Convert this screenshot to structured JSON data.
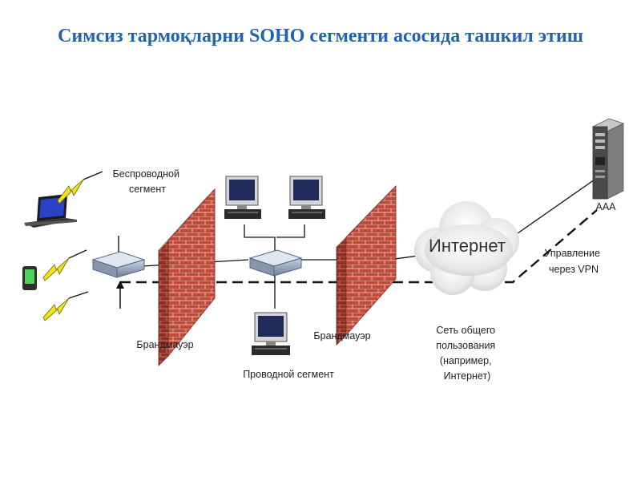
{
  "title": "Симсиз тармоқларни SOHO сегменти асосида ташкил этиш",
  "labels": {
    "wireless_segment": [
      "Беспроводной",
      "сегмент"
    ],
    "firewall_left": "Брандмауэр",
    "firewall_right": "Брандмауэр",
    "wired_segment": "Проводной сегмент",
    "internet": "Интернет",
    "aaa": "AAA",
    "vpn_management": [
      "Управление",
      "через VPN"
    ],
    "public_network": [
      "Сеть общего",
      "пользования",
      "(например,",
      "Интернет)"
    ]
  },
  "icons": [
    "laptop-icon",
    "phone-icon",
    "wireless-bolt-icon",
    "access-point-icon",
    "firewall-icon",
    "switch-icon",
    "workstation-icon",
    "cloud-icon",
    "server-icon"
  ]
}
